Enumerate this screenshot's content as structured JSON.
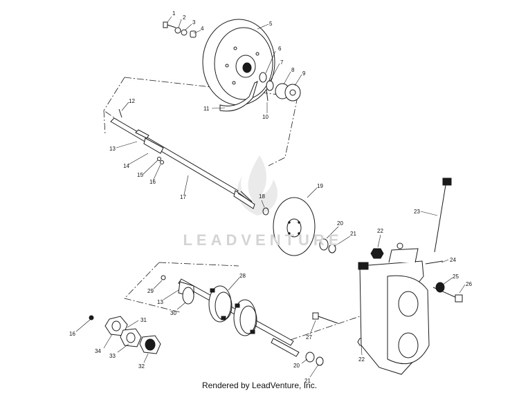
{
  "diagram": {
    "callouts": [
      {
        "id": "c1",
        "text": "1"
      },
      {
        "id": "c2",
        "text": "2"
      },
      {
        "id": "c3",
        "text": "3"
      },
      {
        "id": "c4",
        "text": "4"
      },
      {
        "id": "c5",
        "text": "5"
      },
      {
        "id": "c6",
        "text": "6"
      },
      {
        "id": "c7",
        "text": "7"
      },
      {
        "id": "c8",
        "text": "8"
      },
      {
        "id": "c9",
        "text": "9"
      },
      {
        "id": "c10",
        "text": "10"
      },
      {
        "id": "c11",
        "text": "11"
      },
      {
        "id": "c12",
        "text": "12"
      },
      {
        "id": "c13a",
        "text": "13"
      },
      {
        "id": "c14",
        "text": "14"
      },
      {
        "id": "c15",
        "text": "15"
      },
      {
        "id": "c16a",
        "text": "16"
      },
      {
        "id": "c17",
        "text": "17"
      },
      {
        "id": "c18",
        "text": "18"
      },
      {
        "id": "c19",
        "text": "19"
      },
      {
        "id": "c20a",
        "text": "20"
      },
      {
        "id": "c21a",
        "text": "21"
      },
      {
        "id": "c22a",
        "text": "22"
      },
      {
        "id": "c23",
        "text": "23"
      },
      {
        "id": "c24",
        "text": "24"
      },
      {
        "id": "c25",
        "text": "25"
      },
      {
        "id": "c26",
        "text": "26"
      },
      {
        "id": "c27",
        "text": "27"
      },
      {
        "id": "c22b",
        "text": "22"
      },
      {
        "id": "c28",
        "text": "28"
      },
      {
        "id": "c29",
        "text": "29"
      },
      {
        "id": "c13b",
        "text": "13"
      },
      {
        "id": "c30",
        "text": "30"
      },
      {
        "id": "c16b",
        "text": "16"
      },
      {
        "id": "c31",
        "text": "31"
      },
      {
        "id": "c34",
        "text": "34"
      },
      {
        "id": "c33",
        "text": "33"
      },
      {
        "id": "c32",
        "text": "32"
      },
      {
        "id": "c20b",
        "text": "20"
      },
      {
        "id": "c21b",
        "text": "21"
      }
    ]
  },
  "watermark": "LEADVENTURE",
  "footer": "Rendered by LeadVenture, Inc."
}
